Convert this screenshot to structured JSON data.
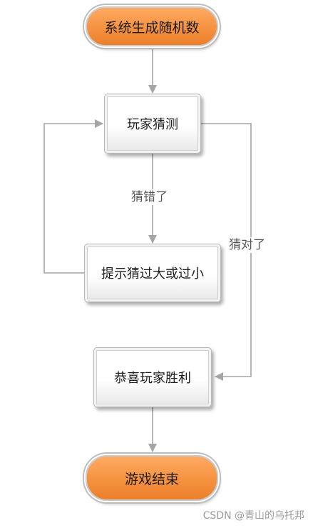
{
  "nodes": {
    "start": "系统生成随机数",
    "guess": "玩家猜测",
    "hint": "提示猜过大或过小",
    "win": "恭喜玩家胜利",
    "end": "游戏结束"
  },
  "edges": {
    "wrong": "猜错了",
    "right": "猜对了"
  },
  "watermark": "CSDN @青山的乌托邦",
  "colors": {
    "terminal_fill": "#f79646",
    "arrow": "#a5a5a5"
  }
}
